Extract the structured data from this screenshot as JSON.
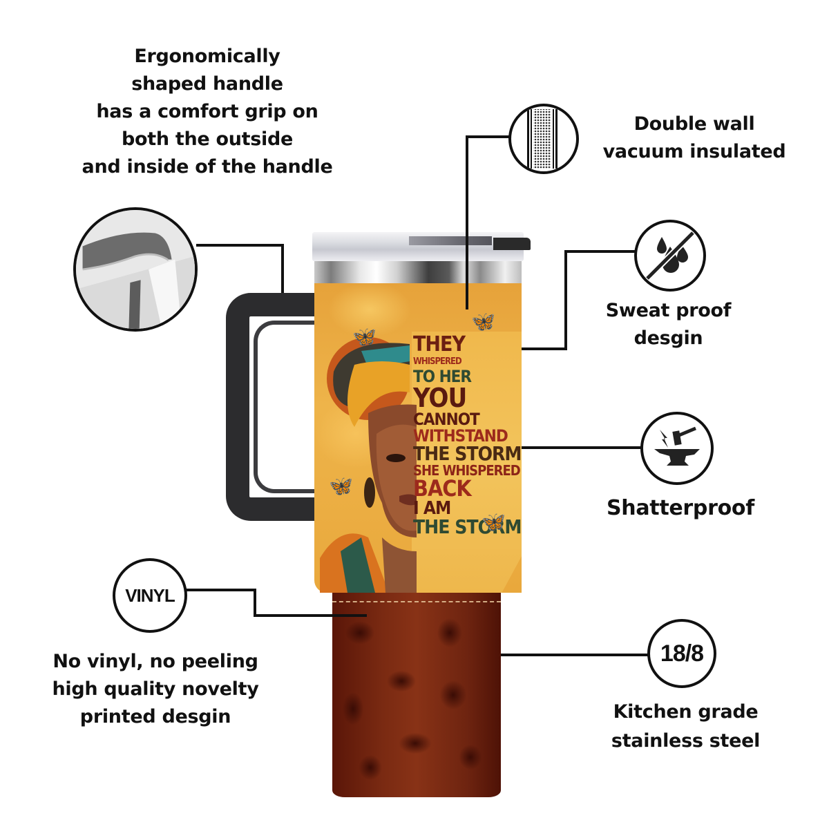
{
  "callouts": {
    "handle": {
      "lines": [
        "Ergonomically",
        "shaped handle",
        "has a comfort grip on",
        "both the outside",
        "and inside of the handle"
      ],
      "icon": "handle-closeup-icon"
    },
    "double_wall": {
      "lines": [
        "Double wall",
        "vacuum insulated"
      ],
      "icon": "double-wall-icon"
    },
    "sweat_proof": {
      "lines": [
        "Sweat proof",
        "desgin"
      ],
      "icon": "no-water-drops-icon"
    },
    "shatterproof": {
      "lines": [
        "Shatterproof"
      ],
      "icon": "anvil-hammer-icon"
    },
    "vinyl": {
      "badge": "VINYL",
      "lines": [
        "No vinyl, no peeling",
        "high quality novelty",
        "printed desgin"
      ]
    },
    "steel": {
      "badge": "18/8",
      "lines": [
        "Kitchen grade",
        "stainless steel"
      ]
    }
  },
  "product": {
    "quote": [
      {
        "text": "THEY",
        "color": "#6b1f12",
        "size": 30
      },
      {
        "text": "WHISPERED",
        "color": "#9c2a1c",
        "size": 13
      },
      {
        "text": "TO HER",
        "color": "#2f4a32",
        "size": 24
      },
      {
        "text": "YOU",
        "color": "#5a1a10",
        "size": 38
      },
      {
        "text": "CANNOT",
        "color": "#5a1a10",
        "size": 24
      },
      {
        "text": "WITHSTAND",
        "color": "#9c2a1c",
        "size": 24
      },
      {
        "text": "THE STORM",
        "color": "#4a2a14",
        "size": 28
      },
      {
        "text": "SHE WHISPERED",
        "color": "#8c2418",
        "size": 20
      },
      {
        "text": "BACK",
        "color": "#9c2a1c",
        "size": 32
      },
      {
        "text": "I AM",
        "color": "#5a1a10",
        "size": 26
      },
      {
        "text": "THE STORM",
        "color": "#2f4a32",
        "size": 28
      }
    ],
    "colors": {
      "sleeve": "#e9a83c",
      "base": "#6e2410",
      "handle": "#2c2c2e"
    }
  }
}
